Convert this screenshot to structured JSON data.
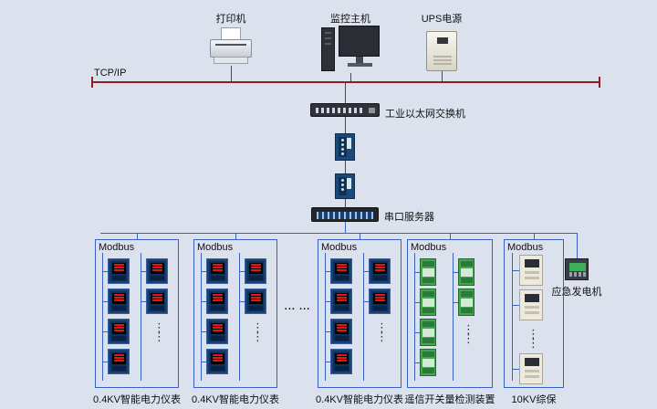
{
  "top_devices": [
    {
      "id": "printer",
      "label": "打印机"
    },
    {
      "id": "monitor-host",
      "label": "监控主机"
    },
    {
      "id": "ups",
      "label": "UPS电源"
    }
  ],
  "network": {
    "tcpip_label": "TCP/IP",
    "switch_label": "工业以太网交换机",
    "serial_server_label": "串口服务器"
  },
  "separators": {
    "between_groups": "... ...",
    "vertical_ellipsis": "⋮"
  },
  "groups": [
    {
      "bus_label": "Modbus",
      "bottom_label": "0.4KV智能电力仪表",
      "device": "meter",
      "columns": [
        {
          "count": 4
        },
        {
          "count": 2,
          "ellipsis": true
        }
      ]
    },
    {
      "bus_label": "Modbus",
      "bottom_label": "0.4KV智能电力仪表",
      "device": "meter",
      "columns": [
        {
          "count": 4
        },
        {
          "count": 2,
          "ellipsis": true
        }
      ]
    },
    {
      "bus_label": "Modbus",
      "bottom_label": "0.4KV智能电力仪表",
      "device": "meter",
      "columns": [
        {
          "count": 4
        },
        {
          "count": 2,
          "ellipsis": true
        }
      ]
    },
    {
      "bus_label": "Modbus",
      "bottom_label": "遥信开关量检测装置",
      "device": "io",
      "columns": [
        {
          "count": 4
        },
        {
          "count": 2,
          "ellipsis": true
        }
      ]
    },
    {
      "bus_label": "Modbus",
      "bottom_label": "10KV综保",
      "device": "relay",
      "columns": [
        {
          "count": 2,
          "ellipsis": true,
          "tail_count": 1
        }
      ]
    }
  ],
  "generator": {
    "label": "应急发电机"
  },
  "colors": {
    "canvas_bg": "#dbe2ee",
    "tcpip_line": "#8e1f26",
    "bus_line": "#3a62c4",
    "meter_display": "#e81313",
    "io_module": "#44a653",
    "relay_body": "#ece9dd"
  }
}
